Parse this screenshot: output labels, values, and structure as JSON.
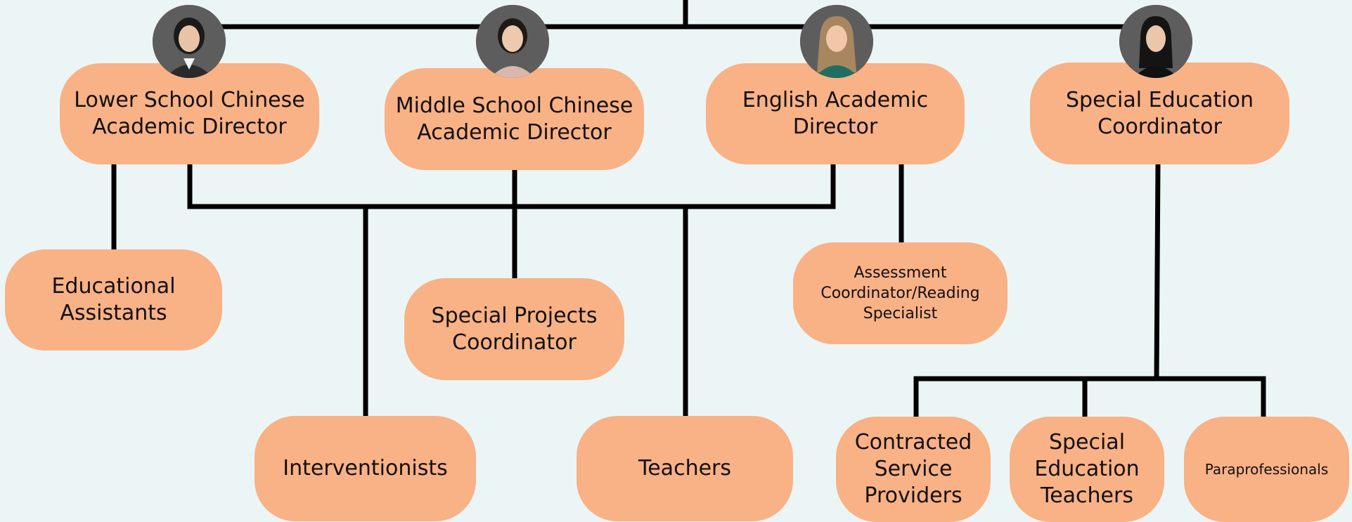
{
  "colors": {
    "background": "#ecf5f5",
    "node_fill": "#f9b186",
    "connector": "#000000",
    "avatar_bg": "#5d5d5d"
  },
  "directors": [
    {
      "title_line1": "Lower School Chinese",
      "title_line2": "Academic Director",
      "photo": "person-photo"
    },
    {
      "title_line1": "Middle School Chinese",
      "title_line2": "Academic Director",
      "photo": "person-photo"
    },
    {
      "title_line1": "English Academic",
      "title_line2": "Director",
      "photo": "person-photo"
    },
    {
      "title_line1": "Special Education",
      "title_line2": "Coordinator",
      "photo": "person-photo"
    }
  ],
  "roles": {
    "educational_assistants": {
      "line1": "Educational",
      "line2": "Assistants"
    },
    "special_projects": {
      "line1": "Special Projects",
      "line2": "Coordinator"
    },
    "assessment": {
      "line1": "Assessment",
      "line2": "Coordinator/Reading",
      "line3": "Specialist"
    },
    "interventionists": {
      "line1": "Interventionists"
    },
    "teachers": {
      "line1": "Teachers"
    },
    "contracted": {
      "line1": "Contracted",
      "line2": "Service",
      "line3": "Providers"
    },
    "sped_teachers": {
      "line1": "Special",
      "line2": "Education",
      "line3": "Teachers"
    },
    "paraprofessionals": {
      "line1": "Paraprofessionals"
    }
  }
}
